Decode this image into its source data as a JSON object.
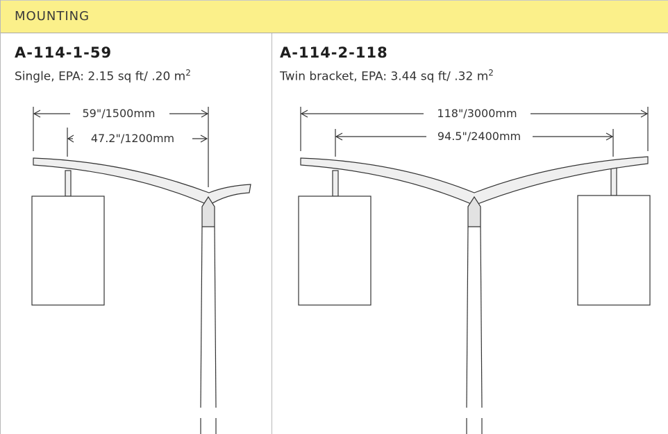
{
  "header": {
    "title": "MOUNTING"
  },
  "left": {
    "model": "A-114-1-59",
    "desc_prefix": "Single,  EPA: 2.15 sq ft/ .20 m",
    "desc_sup": "2",
    "dim_outer": "59\"/1500mm",
    "dim_inner": "47.2\"/1200mm"
  },
  "right": {
    "model": "A-114-2-118",
    "desc_prefix": "Twin bracket, EPA:  3.44 sq ft/ .32 m",
    "desc_sup": "2",
    "dim_outer": "118\"/3000mm",
    "dim_inner": "94.5\"/2400mm"
  },
  "colors": {
    "header_bg": "#fbf08a",
    "line": "#333333",
    "arm_fill": "#efefef"
  }
}
